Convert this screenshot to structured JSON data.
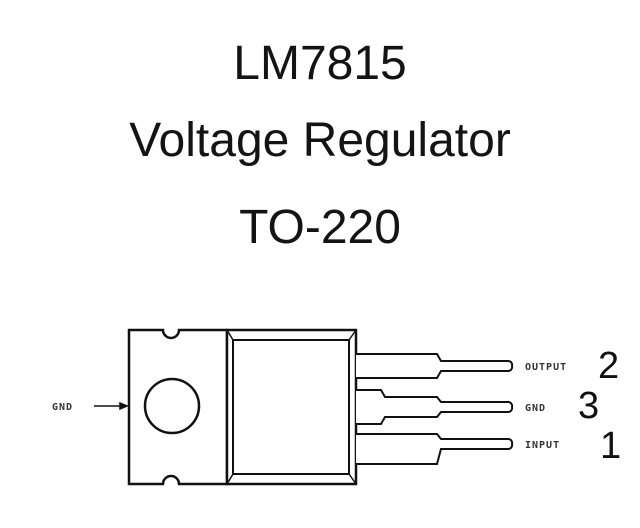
{
  "title": {
    "part_number": "LM7815",
    "description": "Voltage Regulator",
    "package": "TO-220"
  },
  "diagram": {
    "tab_label": "GND",
    "pins": [
      {
        "label": "OUTPUT",
        "number": "2"
      },
      {
        "label": "GND",
        "number": "3"
      },
      {
        "label": "INPUT",
        "number": "1"
      }
    ]
  },
  "colors": {
    "line": "#111111",
    "background": "#ffffff"
  }
}
